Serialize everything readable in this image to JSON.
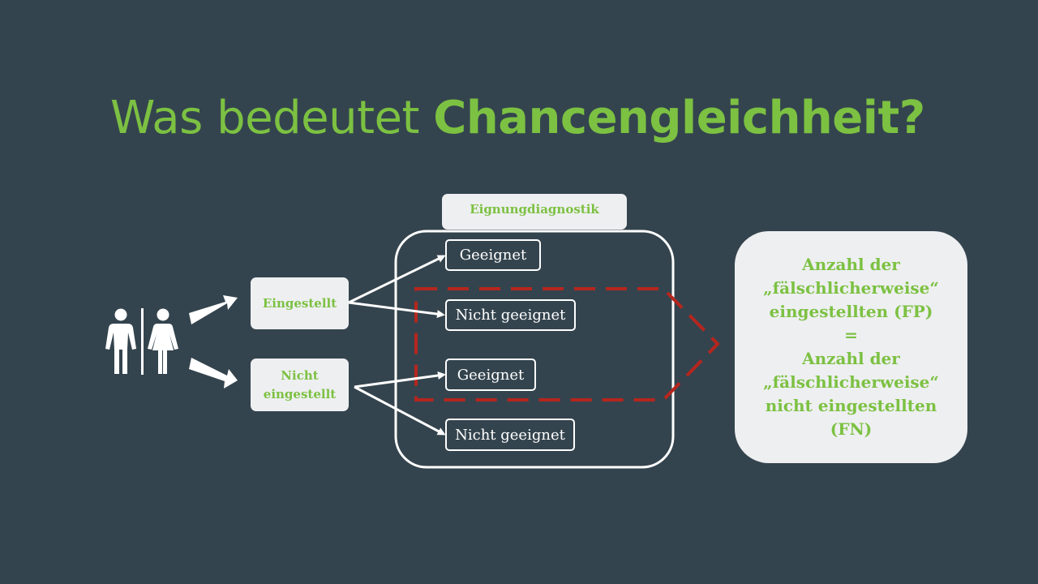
{
  "title": {
    "prefix": "Was bedeutet ",
    "emphasis": "Chancengleichheit?"
  },
  "diagram": {
    "header": "Eignungdiagnostik",
    "decision_nodes": [
      "Eingestellt",
      "Nicht\neingestellt"
    ],
    "outcomes": [
      "Geeignet",
      "Nicht geeignet",
      "Geeignet",
      "Nicht geeignet"
    ],
    "result_text": "Anzahl der\n„fälschlicherweise“\neingestellten (FP)\n=\nAnzahl der\n„fälschlicherweise“\nnicht eingestellten\n(FN)",
    "colors": {
      "background": "#34444e",
      "accent_green": "#7cc142",
      "highlight_dashed": "#b5261e",
      "box_light": "#eeeff1",
      "line_white": "#ffffff"
    },
    "icons": [
      "man-icon",
      "woman-icon",
      "arrow-right-icon"
    ]
  }
}
